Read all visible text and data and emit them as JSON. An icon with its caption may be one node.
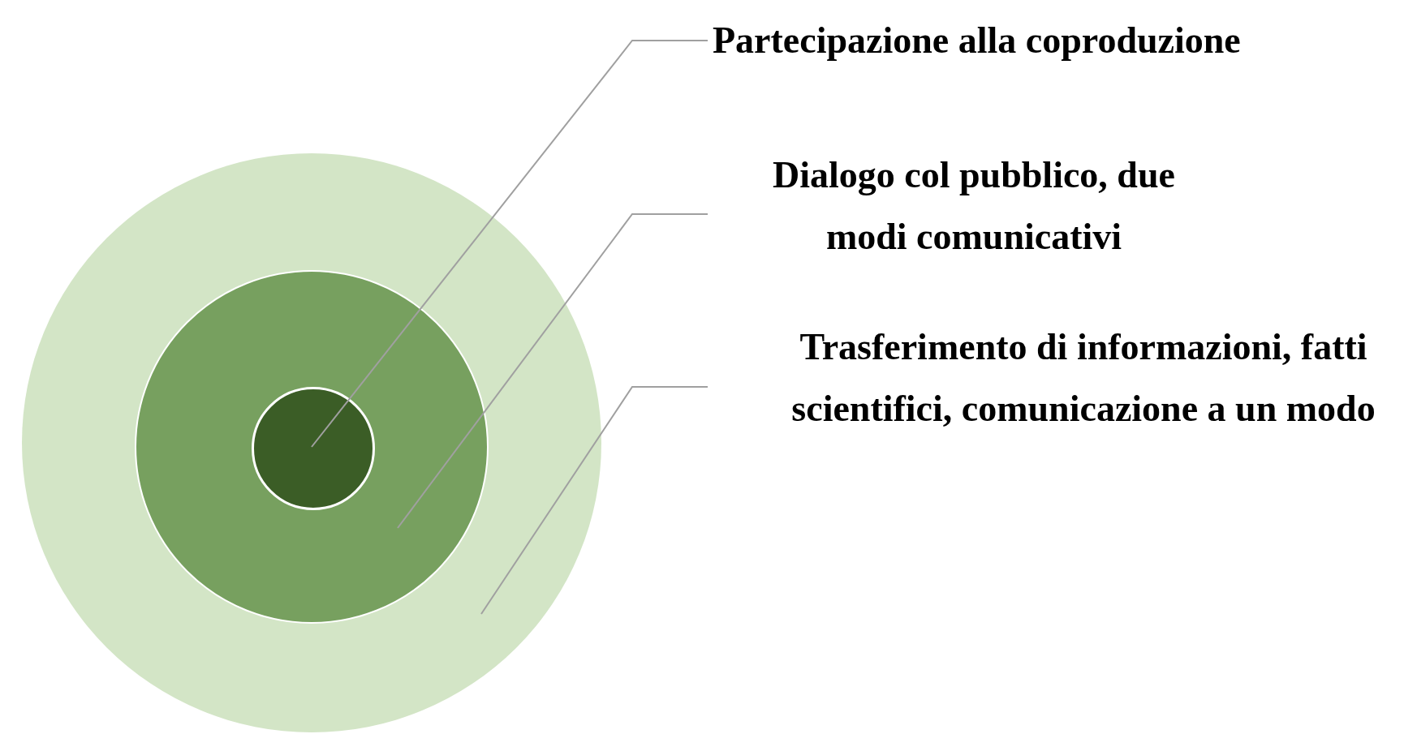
{
  "diagram": {
    "nodes": [
      {
        "text": [
          "Partecipazione alla coproduzione"
        ]
      },
      {
        "text": [
          "Dialogo col pubblico, due modi comunicativi"
        ]
      },
      {
        "text": [
          "Trasferimento di informazioni, fatti scientifici, comunicazione a un modo"
        ]
      },
      {
        "text": [],
        "shape": "circle"
      },
      {
        "text": [],
        "shape": "circle",
        "in": 3
      },
      {
        "text": [],
        "shape": "circle",
        "in": 4
      }
    ],
    "edges": [
      {
        "from": 0,
        "to": 5,
        "arrow": "none"
      },
      {
        "from": 1,
        "to": 4,
        "arrow": "none"
      },
      {
        "from": 2,
        "to": 3,
        "arrow": "none"
      }
    ]
  }
}
